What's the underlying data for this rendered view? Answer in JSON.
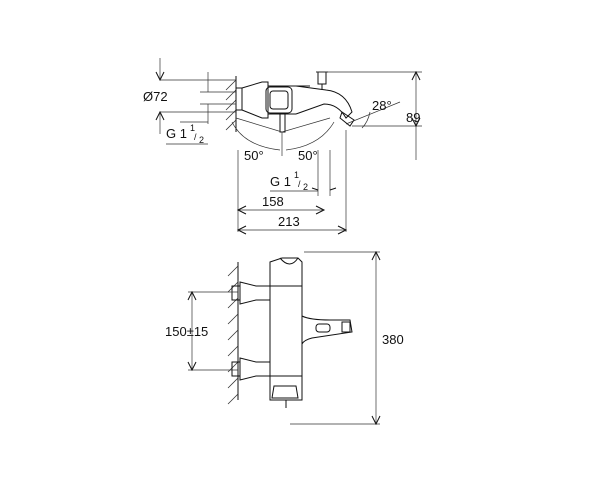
{
  "top_view": {
    "diameter_label": "Ø72",
    "thread_left": {
      "main": "G 1",
      "sup": "1",
      "sub": "2"
    },
    "thread_bottom": {
      "main": "G 1",
      "sup": "1",
      "sub": "2"
    },
    "angle_left": "50°",
    "angle_right": "50°",
    "spout_angle": "28°",
    "height_label": "89",
    "dim_158": "158",
    "dim_213": "213"
  },
  "front_view": {
    "centers_label": "150±15",
    "height_label": "380"
  }
}
